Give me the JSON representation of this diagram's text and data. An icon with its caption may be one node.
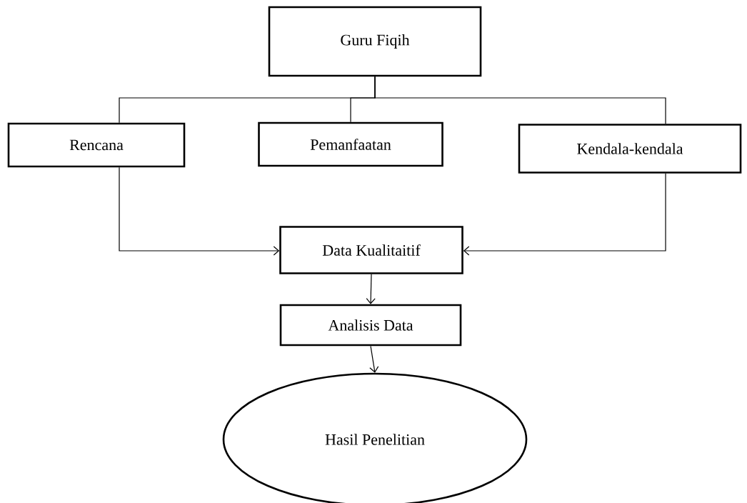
{
  "diagram": {
    "nodes": [
      {
        "text": [
          "Guru Fiqih"
        ]
      },
      {
        "text": [
          "Rencana"
        ]
      },
      {
        "text": [
          "Pemanfaatan"
        ]
      },
      {
        "text": [
          "Kendala-kendala"
        ]
      },
      {
        "text": [
          "Data Kualitaitif"
        ]
      },
      {
        "text": [
          "Analisis Data"
        ]
      },
      {
        "text": [
          "Hasil Penelitian"
        ]
      }
    ],
    "edges": [
      {
        "from": 0,
        "to": 1,
        "arrow": "none"
      },
      {
        "from": 0,
        "to": 2,
        "arrow": "none"
      },
      {
        "from": 0,
        "to": 3,
        "arrow": "none"
      },
      {
        "from": 1,
        "to": 4,
        "arrow": "to"
      },
      {
        "from": 3,
        "to": 4,
        "arrow": "to"
      },
      {
        "from": 4,
        "to": 5,
        "arrow": "to"
      },
      {
        "from": 5,
        "to": 6,
        "arrow": "to"
      }
    ]
  }
}
